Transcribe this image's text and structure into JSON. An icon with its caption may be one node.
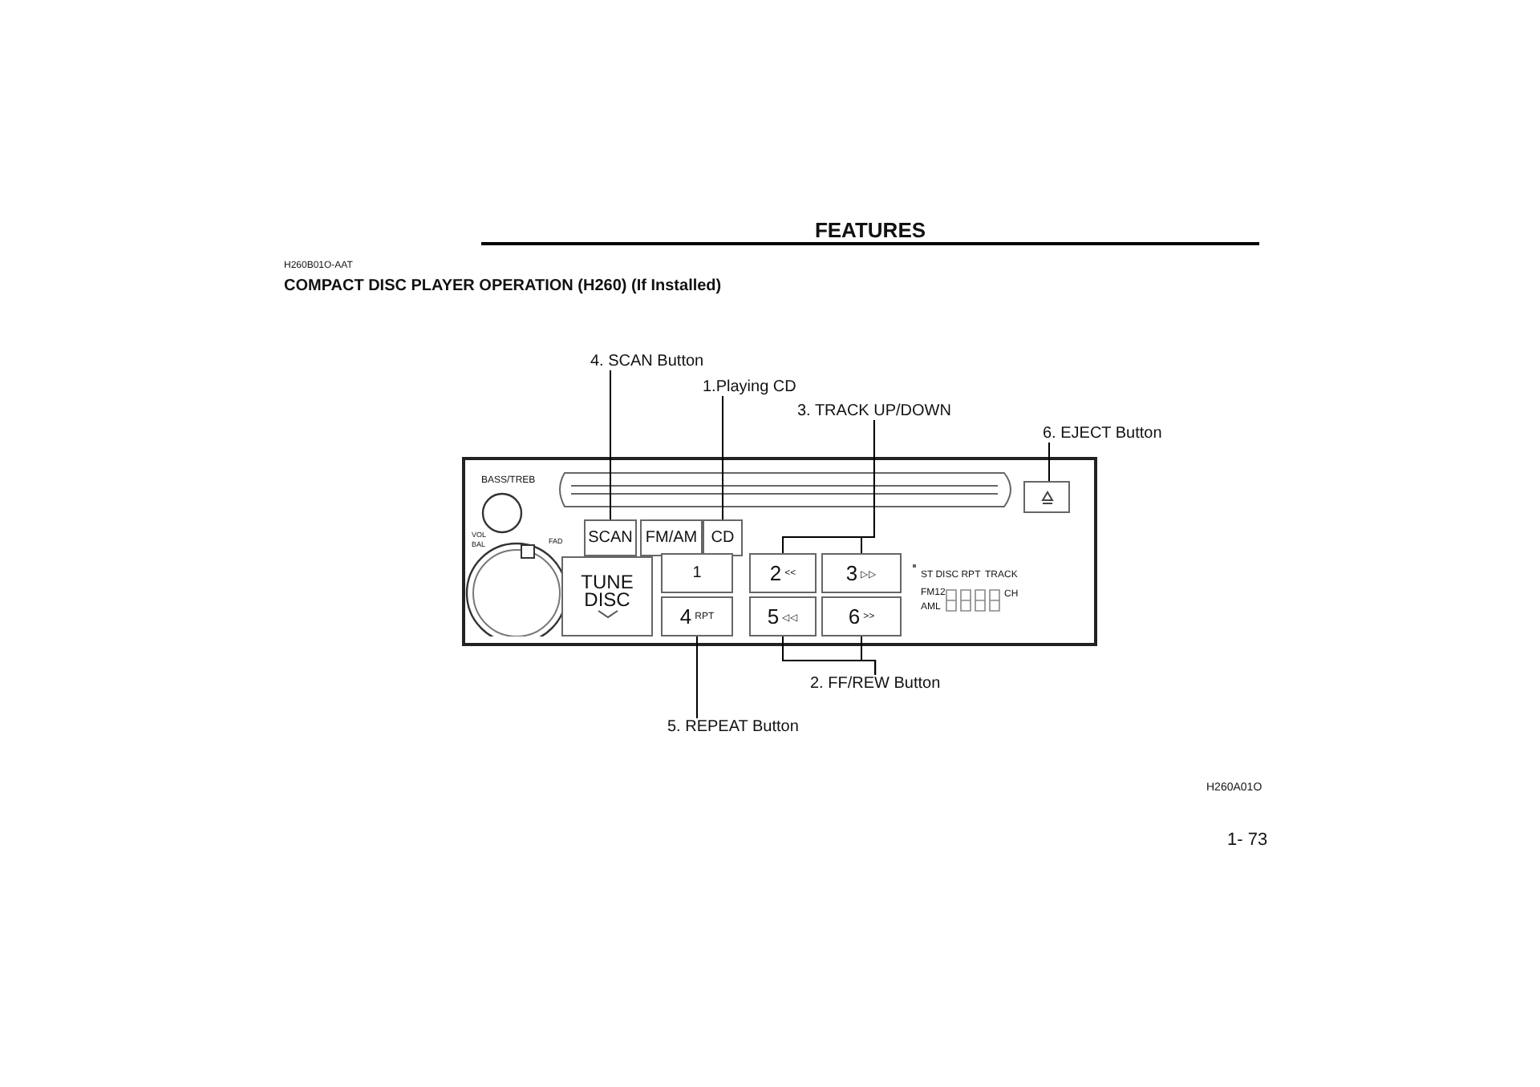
{
  "diagram": {
    "title": "FEATURES",
    "nodes": [
      {
        "text": [
          "4. SCAN Button"
        ]
      },
      {
        "text": [
          "1.Playing CD"
        ]
      },
      {
        "text": [
          "3. TRACK UP/DOWN"
        ]
      },
      {
        "text": [
          "6. EJECT Button"
        ]
      },
      {
        "text": [
          "2. FF/REW Button"
        ]
      },
      {
        "text": [
          "5. REPEAT Button"
        ]
      },
      {
        "text": [],
        "shape": "box"
      },
      {
        "text": [
          "SCAN"
        ],
        "in": 6
      },
      {
        "text": [
          "FM/AM"
        ],
        "in": 6
      },
      {
        "text": [
          "CD"
        ],
        "in": 6
      },
      {
        "text": [
          "TUNE DISC"
        ],
        "in": 6
      },
      {
        "text": [
          "1"
        ],
        "in": 6
      },
      {
        "text": [
          "2",
          "<<"
        ],
        "in": 6
      },
      {
        "text": [
          "3",
          "▷▷"
        ],
        "in": 6
      },
      {
        "text": [
          "4",
          "RPT"
        ],
        "in": 6
      },
      {
        "text": [
          "5",
          "◁◁"
        ],
        "in": 6
      },
      {
        "text": [
          "6",
          ">>"
        ],
        "in": 6
      },
      {
        "text": [
          "ST DISC RPT",
          "TRACK",
          "FM12",
          "AML",
          "CH"
        ],
        "in": 6
      },
      {
        "text": [],
        "shape": "box",
        "in": 6
      }
    ],
    "edges": [
      {
        "from": 0,
        "to": 7,
        "arrow": "none"
      },
      {
        "from": 1,
        "to": 9,
        "arrow": "none"
      },
      {
        "from": 2,
        "to": 12,
        "arrow": "none"
      },
      {
        "from": 2,
        "to": 13,
        "arrow": "none"
      },
      {
        "from": 3,
        "to": 18,
        "arrow": "none"
      },
      {
        "from": 4,
        "to": 15,
        "arrow": "none"
      },
      {
        "from": 4,
        "to": 16,
        "arrow": "none"
      },
      {
        "from": 5,
        "to": 14,
        "arrow": "none"
      }
    ],
    "labels": [
      "H260B01O-AAT",
      "COMPACT DISC PLAYER OPERATION (H260) (If Installed)",
      "BASS/TREB",
      "VOL",
      "BAL",
      "FAD",
      "H260A01O",
      "1- 73"
    ]
  }
}
